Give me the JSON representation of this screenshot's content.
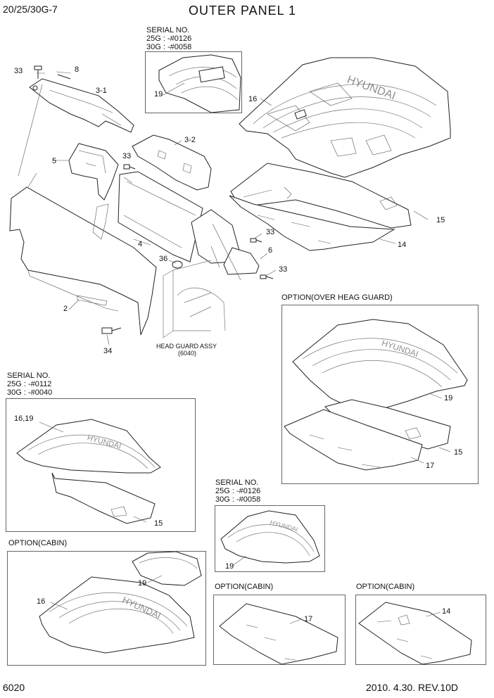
{
  "header": {
    "model": "20/25/30G-7",
    "title": "OUTER PANEL 1"
  },
  "footer": {
    "page_number": "6020",
    "revision": "2010. 4.30.  REV.10D"
  },
  "serial_notes": {
    "top": {
      "heading": "SERIAL NO.",
      "line1": "25G : -#0126",
      "line2": "30G : -#0058"
    },
    "left": {
      "heading": "SERIAL NO.",
      "line1": "25G : -#0112",
      "line2": "30G : -#0040"
    },
    "mid": {
      "heading": "SERIAL NO.",
      "line1": "25G : -#0126",
      "line2": "30G : -#0058"
    }
  },
  "options": {
    "over_head_guard": "OPTION(OVER HEAG GUARD)",
    "cabin_left": "OPTION(CABIN)",
    "cabin_mid": "OPTION(CABIN)",
    "cabin_right": "OPTION(CABIN)"
  },
  "head_guard": {
    "name": "HEAD GUARD ASSY",
    "ref": "(6040)"
  },
  "brand": "HYUNDAI",
  "callouts": {
    "c33a": "33",
    "c8": "8",
    "c3_1": "3-1",
    "c3_2": "3-2",
    "c33b": "33",
    "c5": "5",
    "c4": "4",
    "c36": "36",
    "c2": "2",
    "c34": "34",
    "c33c": "33",
    "c6": "6",
    "c33d": "33",
    "c16": "16",
    "c19top": "19",
    "c15": "15",
    "c14": "14",
    "o19": "19",
    "o15": "15",
    "o17": "17",
    "l16_19": "16,19",
    "l15": "15",
    "m19": "19",
    "cab19": "19",
    "cab16": "16",
    "cab17": "17",
    "cab14": "14"
  }
}
